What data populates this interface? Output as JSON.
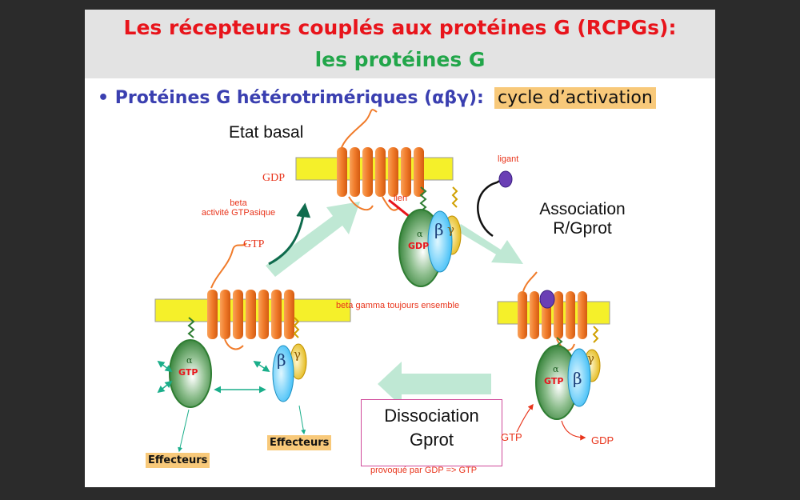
{
  "title": {
    "line1": "Les récepteurs couplés aux protéines G (RCPGs):",
    "line2": "les protéines G"
  },
  "bullet": {
    "marker": "•",
    "text": "Protéines G hétérotrimériques (αβγ):",
    "highlight": "cycle d’activation"
  },
  "labels": {
    "etat_basal": "Etat basal",
    "association_line1": "Association",
    "association_line2": "R/Gprot",
    "dissociation_line1": "Dissociation",
    "dissociation_line2": "Gprot",
    "dissociation_note": "provoqué par GDP => GTP",
    "ligant": "ligant",
    "lien": "lien",
    "gdp_top": "GDP",
    "gtp_left": "GTP",
    "beta_line1": "beta",
    "beta_line2": "activité GTPasique",
    "beta_gamma_note": "beta gamma toujours ensemble",
    "gtp_bottom": "GTP",
    "gdp_bottom": "GDP",
    "effecteurs_left": "Effecteurs",
    "effecteurs_right": "Effecteurs"
  },
  "subunits": {
    "alpha": "α",
    "beta": "β",
    "gamma": "γ",
    "gdp": "GDP",
    "gtp": "GTP"
  },
  "colors": {
    "title_red": "#e8141b",
    "title_green": "#22a64a",
    "bullet_blue": "#3a3fb0",
    "highlight": "#f8c97a",
    "membrane": "#f5f02a",
    "receptor": "#f07b2a",
    "alpha_green": "#2e7d32",
    "beta_blue": "#4fc3f7",
    "gamma_yellow": "#f0c419",
    "ligand_purple": "#6a3fb5",
    "arrow_mint": "#bfe8d4",
    "teal": "#1aae8a"
  }
}
